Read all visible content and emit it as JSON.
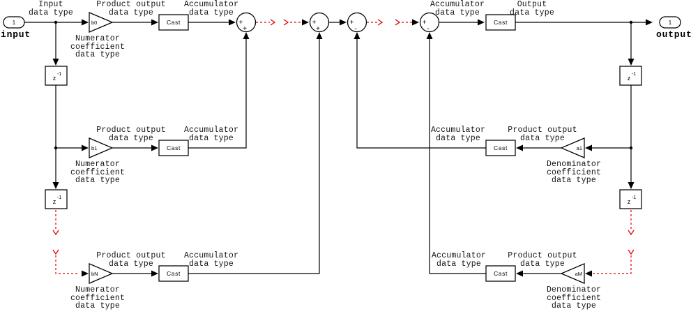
{
  "colors": {
    "line": "#000000",
    "ellipsis_red": "#dd0000",
    "background": "#ffffff"
  },
  "ports": {
    "input": {
      "number": "1",
      "caption": "input"
    },
    "output": {
      "number": "1",
      "caption": "output"
    }
  },
  "blocks": {
    "cast_label": "Cast",
    "delay_base": "z",
    "delay_exponent": "-1"
  },
  "gains": {
    "b0": "b0",
    "b1": "b1",
    "bN": "bN",
    "a1": "a1",
    "aM": "aM"
  },
  "sums": [
    {
      "id": "sum-b0-b1",
      "left_sign": "+",
      "bottom_sign": "+"
    },
    {
      "id": "sum-bN",
      "left_sign": "+",
      "bottom_sign": "+"
    },
    {
      "id": "sum-a1",
      "left_sign": "+",
      "bottom_sign": "-"
    },
    {
      "id": "sum-aM",
      "left_sign": "+",
      "bottom_sign": "-"
    }
  ],
  "annotations": {
    "input_dt": "Input\ndata type",
    "product_output_dt": "Product output\ndata type",
    "accumulator_dt": "Accumulator\ndata type",
    "output_dt": "Output\ndata type",
    "numerator_dt": "Numerator\ncoefficient\ndata type",
    "denominator_dt": "Denominator\ncoefficient\ndata type"
  }
}
